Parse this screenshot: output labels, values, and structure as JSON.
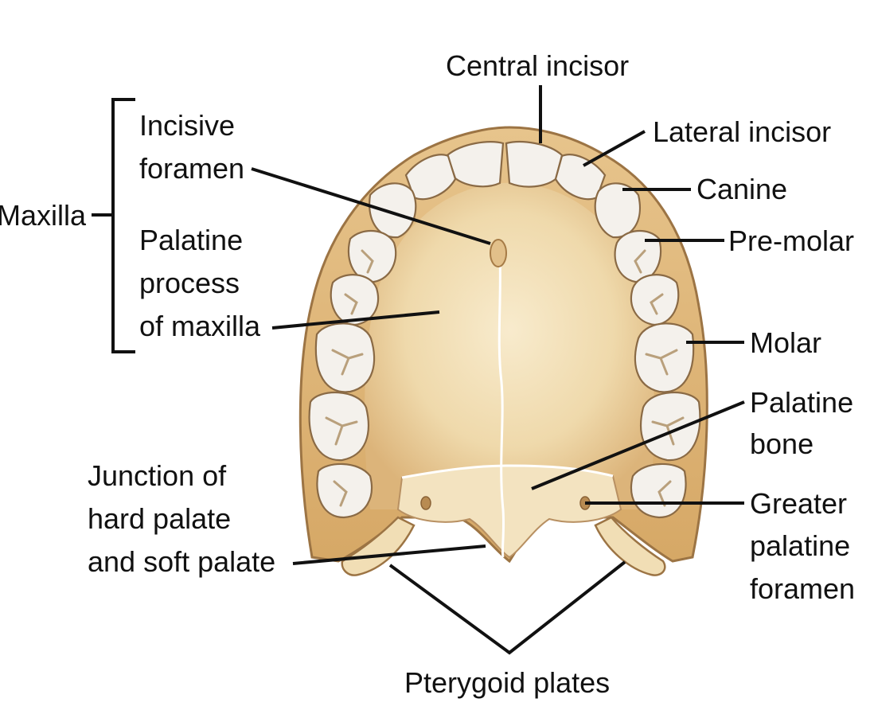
{
  "labels": {
    "central_incisor": "Central incisor",
    "lateral_incisor": "Lateral incisor",
    "canine": "Canine",
    "pre_molar": "Pre-molar",
    "molar": "Molar",
    "palatine_bone": [
      "Palatine",
      "bone"
    ],
    "greater_palatine_foramen": [
      "Greater",
      "palatine",
      "foramen"
    ],
    "maxilla": "Maxilla",
    "incisive_foramen": [
      "Incisive",
      "foramen"
    ],
    "palatine_process": [
      "Palatine",
      "process",
      "of maxilla"
    ],
    "junction": [
      "Junction of",
      "hard palate",
      "and soft palate"
    ],
    "pterygoid_plates": "Pterygoid plates"
  },
  "colors": {
    "bone_light": "#f6e7c6",
    "bone_mid": "#ead2a2",
    "bone_dark": "#c89a5e",
    "bone_outline": "#9c7444",
    "tooth": "#f4f1ec",
    "leader_line": "#111111",
    "text": "#111111"
  }
}
